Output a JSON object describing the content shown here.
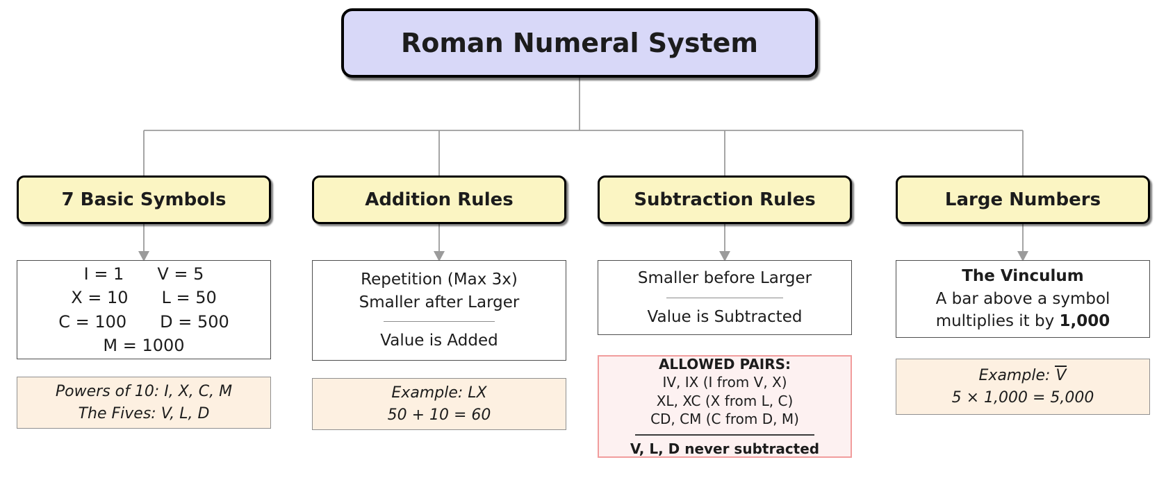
{
  "title": "Roman Numeral System",
  "colors": {
    "title_bg": "#d8d8f8",
    "header_bg": "#fbf5c3",
    "example_bg": "#fdf0e1",
    "warning_bg": "#fdf1f1",
    "warning_border": "#f19c9c",
    "connector_gray": "#9b9b9b"
  },
  "columns": [
    {
      "header": "7 Basic Symbols",
      "symbol_lines": [
        "I = 1  V = 5",
        "X = 10  L = 50",
        "C = 100  D = 500",
        "M = 1000"
      ],
      "note_line1": "Powers of 10: I, X, C, M",
      "note_line2": "The Fives: V, L, D"
    },
    {
      "header": "Addition Rules",
      "rule_line1": "Repetition (Max 3x)",
      "rule_line2": "Smaller after Larger",
      "rule_result": "Value is Added",
      "example_line1": "Example: LX",
      "example_line2": "50 + 10 = 60"
    },
    {
      "header": "Subtraction Rules",
      "rule_line1": "Smaller before Larger",
      "rule_result": "Value is Subtracted",
      "warning": {
        "title": "ALLOWED PAIRS:",
        "pair1": "IV, IX (I from V, X)",
        "pair2": "XL, XC (X from L, C)",
        "pair3": "CD, CM (C from D, M)",
        "footer": "V, L, D never subtracted"
      }
    },
    {
      "header": "Large Numbers",
      "info_title": "The Vinculum",
      "info_line1": "A bar above a symbol",
      "info_line2_prefix": "multiplies it by ",
      "info_line2_bold": "1,000",
      "example_prefix": "Example: ",
      "example_symbol": "V",
      "example_line2": "5 × 1,000 = 5,000"
    }
  ]
}
